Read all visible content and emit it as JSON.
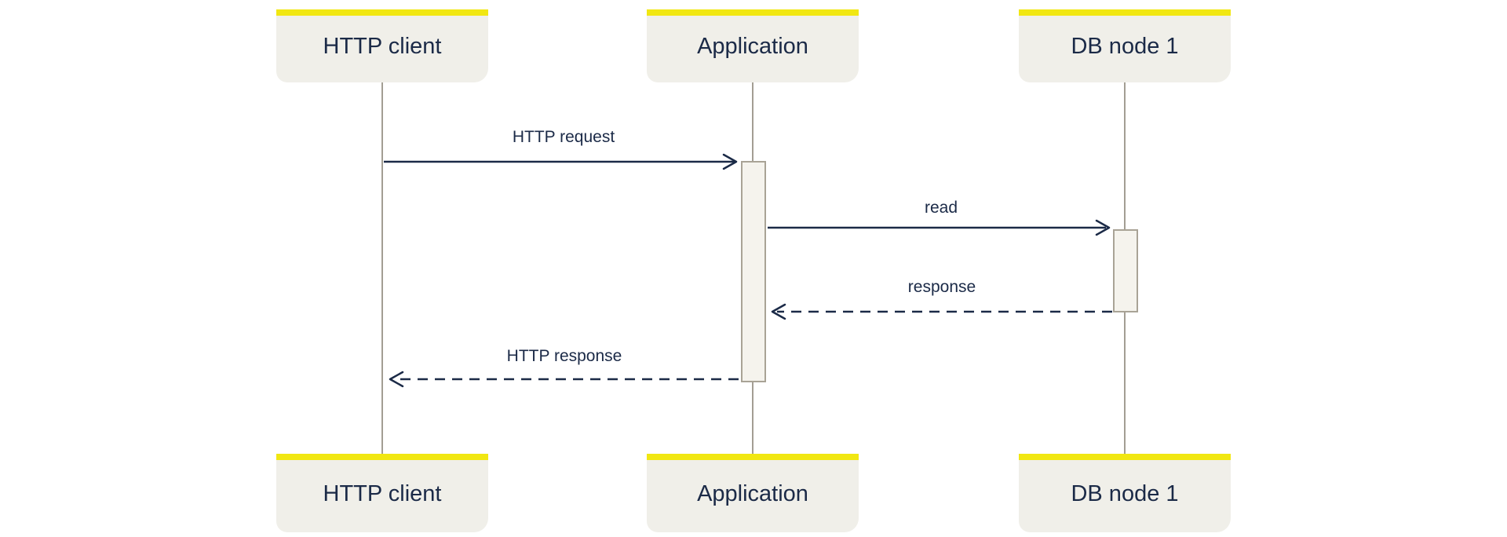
{
  "diagram": {
    "type": "sequence-diagram",
    "colors": {
      "accent_yellow": "#F1E712",
      "box_fill": "#F0EFE9",
      "activation_fill": "#F5F3ED",
      "activation_border": "#A9A396",
      "lifeline": "#A39E93",
      "ink": "#1B2A47",
      "bg": "#FFFFFF"
    },
    "actors": [
      {
        "id": "http-client",
        "label": "HTTP client"
      },
      {
        "id": "application",
        "label": "Application"
      },
      {
        "id": "db-node-1",
        "label": "DB node 1"
      }
    ],
    "messages": [
      {
        "label": "HTTP request",
        "from": "http-client",
        "to": "application",
        "line": "solid"
      },
      {
        "label": "read",
        "from": "application",
        "to": "db-node-1",
        "line": "solid"
      },
      {
        "label": "response",
        "from": "db-node-1",
        "to": "application",
        "line": "dashed"
      },
      {
        "label": "HTTP response",
        "from": "application",
        "to": "http-client",
        "line": "dashed"
      }
    ]
  }
}
